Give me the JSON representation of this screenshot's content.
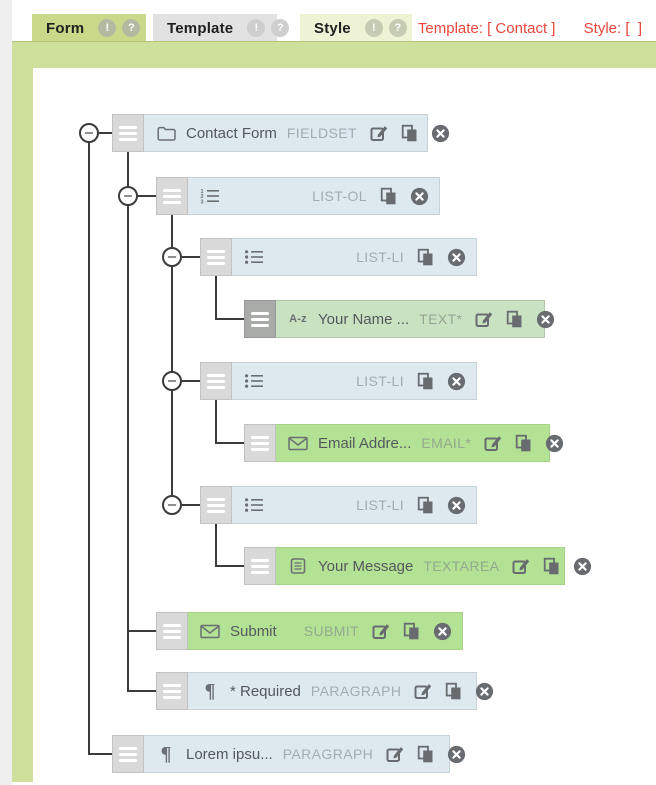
{
  "tabs": [
    {
      "label": "Form",
      "alert_badge": "!",
      "help_badge": "?",
      "state": "active"
    },
    {
      "label": "Template",
      "alert_badge": "!",
      "help_badge": "?",
      "state": "inactive"
    },
    {
      "label": "Style",
      "alert_badge": "!",
      "help_badge": "?",
      "state": "inactive"
    }
  ],
  "status": {
    "template_text": "Template: [ Contact ]",
    "style_text": "Style: [  ]"
  },
  "colors": {
    "panel_green": "#cfe09d",
    "tab_active_green": "#c8d989",
    "tab_inactive_gray": "#e2e2e2",
    "tab_style_pale": "#eef3d6",
    "row_blue": "#dee9ef",
    "row_green": "#b3e294",
    "row_selected_green": "#c9e3c2",
    "status_red": "#e8473c"
  },
  "tree": {
    "rows": [
      {
        "name": "fieldset",
        "depth": 0,
        "variant": "blue",
        "selected": false,
        "icon": "folder-icon",
        "icon_text": "",
        "label": "Contact Form",
        "type": "FIELDSET",
        "actions": [
          "edit",
          "duplicate",
          "delete"
        ]
      },
      {
        "name": "list-ol",
        "depth": 1,
        "variant": "blue",
        "selected": false,
        "icon": "ordered-list-icon",
        "icon_text": "",
        "label": "",
        "type": "LIST-OL",
        "actions": [
          "duplicate",
          "delete"
        ]
      },
      {
        "name": "list-li-1",
        "depth": 2,
        "variant": "blue",
        "selected": false,
        "icon": "unordered-list-icon",
        "icon_text": "",
        "label": "",
        "type": "LIST-LI",
        "actions": [
          "duplicate",
          "delete"
        ]
      },
      {
        "name": "text-field",
        "depth": 3,
        "variant": "green",
        "selected": true,
        "icon": "text-icon",
        "icon_text": "A-z",
        "label": "Your Name ...",
        "type": "TEXT*",
        "actions": [
          "edit",
          "duplicate",
          "delete"
        ]
      },
      {
        "name": "list-li-2",
        "depth": 2,
        "variant": "blue",
        "selected": false,
        "icon": "unordered-list-icon",
        "icon_text": "",
        "label": "",
        "type": "LIST-LI",
        "actions": [
          "duplicate",
          "delete"
        ]
      },
      {
        "name": "email-field",
        "depth": 3,
        "variant": "green",
        "selected": false,
        "icon": "envelope-icon",
        "icon_text": "",
        "label": "Email Addre...",
        "type": "EMAIL*",
        "actions": [
          "edit",
          "duplicate",
          "delete"
        ]
      },
      {
        "name": "list-li-3",
        "depth": 2,
        "variant": "blue",
        "selected": false,
        "icon": "unordered-list-icon",
        "icon_text": "",
        "label": "",
        "type": "LIST-LI",
        "actions": [
          "duplicate",
          "delete"
        ]
      },
      {
        "name": "textarea-field",
        "depth": 3,
        "variant": "green",
        "selected": false,
        "icon": "document-icon",
        "icon_text": "",
        "label": "Your Message",
        "type": "TEXTAREA",
        "actions": [
          "edit",
          "duplicate",
          "delete"
        ]
      },
      {
        "name": "submit-button-row",
        "depth": 1,
        "variant": "green",
        "selected": false,
        "icon": "envelope-icon",
        "icon_text": "",
        "label": "Submit",
        "type": "SUBMIT",
        "actions": [
          "edit",
          "duplicate",
          "delete"
        ]
      },
      {
        "name": "paragraph-required",
        "depth": 1,
        "variant": "blue",
        "selected": false,
        "icon": "pilcrow-icon",
        "icon_text": "¶",
        "label": "* Required",
        "type": "PARAGRAPH",
        "actions": [
          "edit",
          "duplicate",
          "delete"
        ]
      },
      {
        "name": "paragraph-lorem",
        "depth": 0,
        "variant": "blue",
        "selected": false,
        "icon": "pilcrow-icon",
        "icon_text": "¶",
        "label": "Lorem ipsu...",
        "type": "PARAGRAPH",
        "actions": [
          "edit",
          "duplicate",
          "delete"
        ]
      }
    ]
  }
}
